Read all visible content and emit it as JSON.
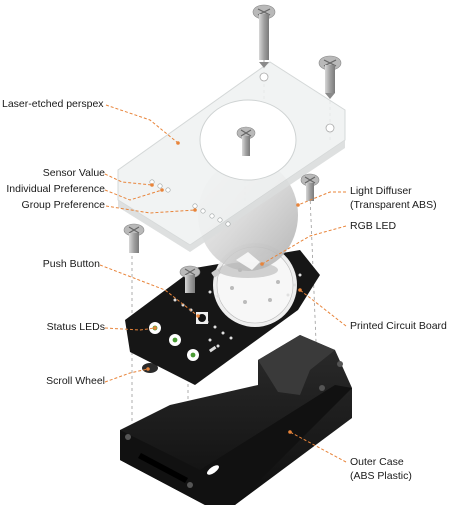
{
  "labels": {
    "perspex": "Laser-etched perspex",
    "sensor_value": "Sensor Value",
    "individual_pref": "Individual Preference",
    "group_pref": "Group Preference",
    "push_button": "Push Button",
    "status_leds": "Status LEDs",
    "scroll_wheel": "Scroll Wheel",
    "diffuser_line1": "Light Diffuser",
    "diffuser_line2": "(Transparent ABS)",
    "rgb_led": "RGB LED",
    "pcb": "Printed Circuit Board",
    "case_line1": "Outer Case",
    "case_line2": "(ABS Plastic)"
  },
  "colors": {
    "leader": "#e8843a",
    "case": "#1c1c1c",
    "pcb": "#151515",
    "perspex": "#eef0f0",
    "screw": "#9a9a9a",
    "diffuser": "#cfcfcf",
    "text": "#1a1a1a"
  },
  "icons": [
    "screw-icon",
    "push-button-icon",
    "status-led-icon"
  ]
}
